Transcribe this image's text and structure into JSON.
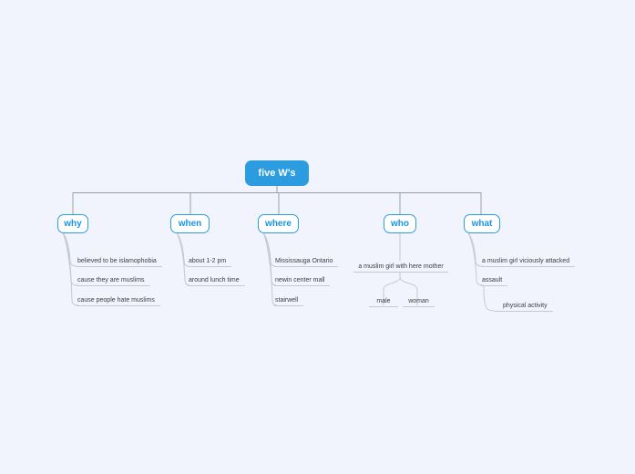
{
  "root": {
    "label": "five W's"
  },
  "branches": [
    {
      "label": "why",
      "children": [
        "believed to be islamophobia",
        "cause they are muslims",
        "cause people hate muslims"
      ]
    },
    {
      "label": "when",
      "children": [
        "about  1-2 pm",
        "around lunch time"
      ]
    },
    {
      "label": "where",
      "children": [
        "Mississauga Ontario",
        "newin center mall",
        "stairwell"
      ]
    },
    {
      "label": "who",
      "children": [
        "a muslim girl with here mother"
      ],
      "grandchildren": [
        "male",
        "woman"
      ]
    },
    {
      "label": "what",
      "children": [
        "a muslim girl viciously attacked",
        "assault"
      ],
      "grandchildren": [
        "physical activity"
      ]
    }
  ],
  "colors": {
    "background": "#f1f4fc",
    "node_blue": "#2b9ce0",
    "node_label_blue": "#1b93e4",
    "tree_connector_gray": "#9aa0a8",
    "branch_line_gray": "#c5c9d1",
    "leaf_text": "#3c3e44"
  }
}
